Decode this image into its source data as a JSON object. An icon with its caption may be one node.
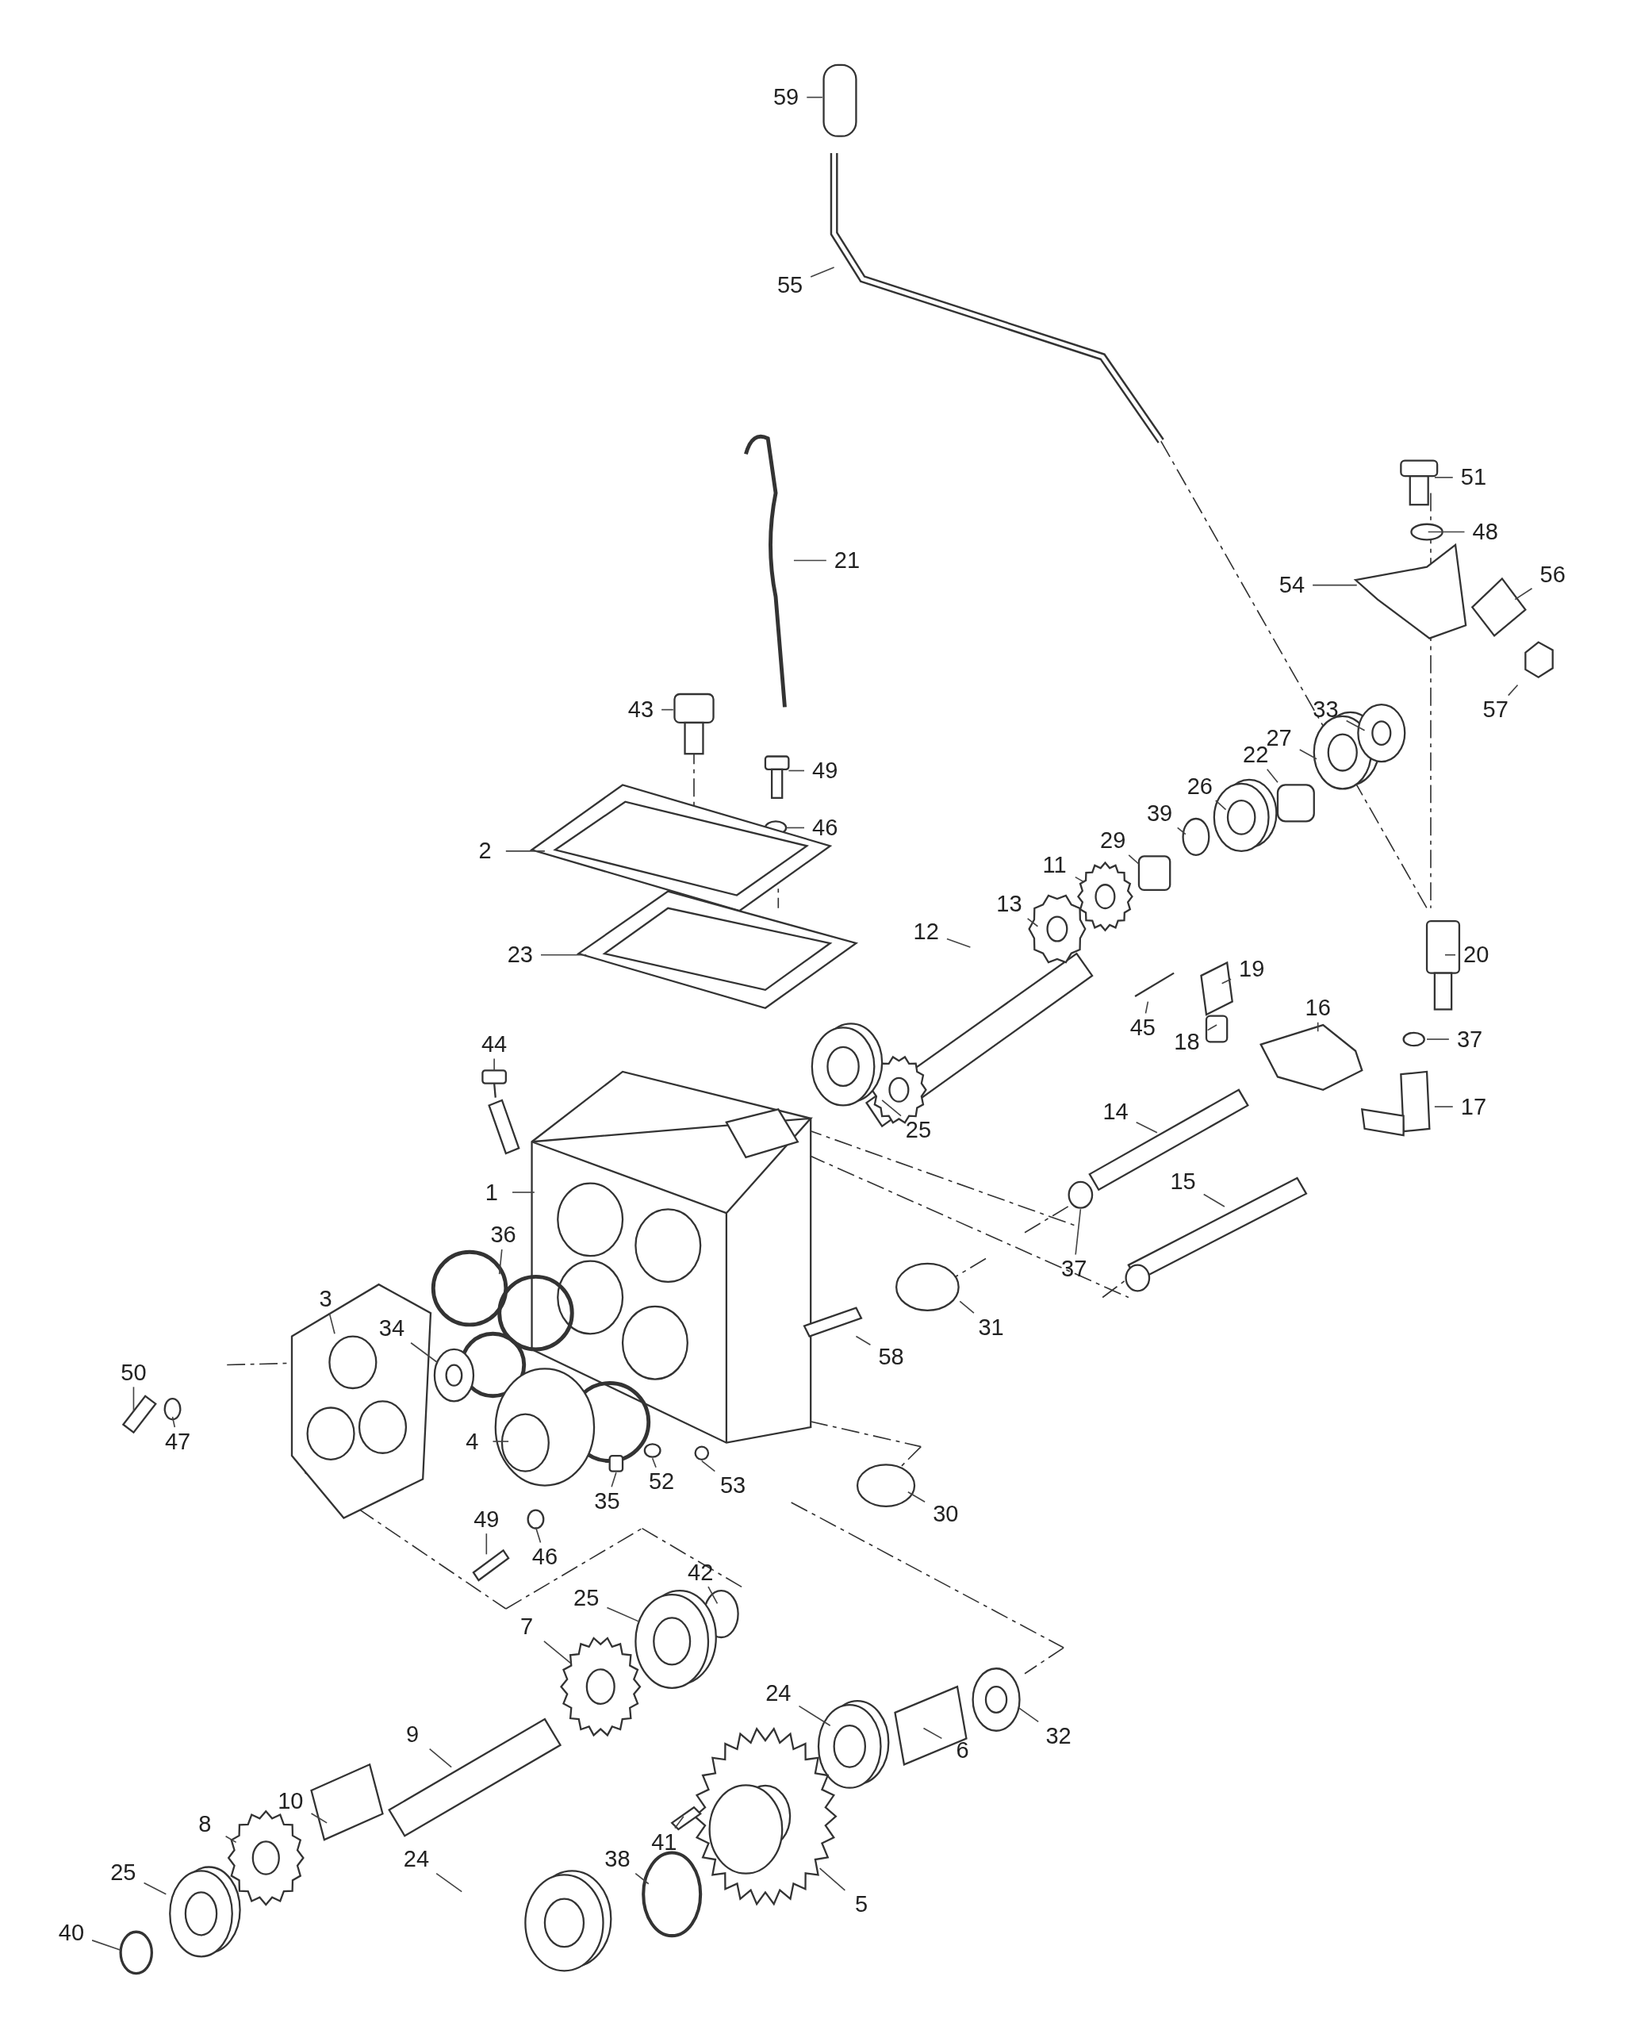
{
  "diagram": {
    "nodes": [
      {
        "text": [
          "59"
        ]
      },
      {
        "text": [
          "55"
        ]
      },
      {
        "text": [
          "51"
        ]
      },
      {
        "text": [
          "48"
        ]
      },
      {
        "text": [
          "21"
        ]
      },
      {
        "text": [
          "56"
        ]
      },
      {
        "text": [
          "54"
        ]
      },
      {
        "text": [
          "57"
        ]
      },
      {
        "text": [
          "43"
        ]
      },
      {
        "text": [
          "33"
        ]
      },
      {
        "text": [
          "27"
        ]
      },
      {
        "text": [
          "49"
        ]
      },
      {
        "text": [
          "22"
        ]
      },
      {
        "text": [
          "26"
        ]
      },
      {
        "text": [
          "46"
        ]
      },
      {
        "text": [
          "39"
        ]
      },
      {
        "text": [
          "29"
        ]
      },
      {
        "text": [
          "2"
        ]
      },
      {
        "text": [
          "11"
        ]
      },
      {
        "text": [
          "13"
        ]
      },
      {
        "text": [
          "12"
        ]
      },
      {
        "text": [
          "23"
        ]
      },
      {
        "text": [
          "20"
        ]
      },
      {
        "text": [
          "19"
        ]
      },
      {
        "text": [
          "16"
        ]
      },
      {
        "text": [
          "45"
        ]
      },
      {
        "text": [
          "37"
        ]
      },
      {
        "text": [
          "18"
        ]
      },
      {
        "text": [
          "44"
        ]
      },
      {
        "text": [
          "17"
        ]
      },
      {
        "text": [
          "14"
        ]
      },
      {
        "text": [
          "25"
        ]
      },
      {
        "text": [
          "15"
        ]
      },
      {
        "text": [
          "1"
        ]
      },
      {
        "text": [
          "36"
        ]
      },
      {
        "text": [
          "37"
        ]
      },
      {
        "text": [
          "3"
        ]
      },
      {
        "text": [
          "31"
        ]
      },
      {
        "text": [
          "34"
        ]
      },
      {
        "text": [
          "58"
        ]
      },
      {
        "text": [
          "50"
        ]
      },
      {
        "text": [
          "47"
        ]
      },
      {
        "text": [
          "4"
        ]
      },
      {
        "text": [
          "52"
        ]
      },
      {
        "text": [
          "53"
        ]
      },
      {
        "text": [
          "35"
        ]
      },
      {
        "text": [
          "30"
        ]
      },
      {
        "text": [
          "49"
        ]
      },
      {
        "text": [
          "46"
        ]
      },
      {
        "text": [
          "42"
        ]
      },
      {
        "text": [
          "25"
        ]
      },
      {
        "text": [
          "7"
        ]
      },
      {
        "text": [
          "24"
        ]
      },
      {
        "text": [
          "9"
        ]
      },
      {
        "text": [
          "32"
        ]
      },
      {
        "text": [
          "6"
        ]
      },
      {
        "text": [
          "10"
        ]
      },
      {
        "text": [
          "8"
        ]
      },
      {
        "text": [
          "41"
        ]
      },
      {
        "text": [
          "38"
        ]
      },
      {
        "text": [
          "24"
        ]
      },
      {
        "text": [
          "25"
        ]
      },
      {
        "text": [
          "5"
        ]
      },
      {
        "text": [
          "40"
        ]
      }
    ],
    "edges": [
      {
        "from": 0,
        "to": null,
        "arrow": "none"
      },
      {
        "from": 1,
        "to": null,
        "arrow": "none"
      },
      {
        "from": 2,
        "to": null,
        "arrow": "none"
      },
      {
        "from": 3,
        "to": null,
        "arrow": "none"
      },
      {
        "from": 4,
        "to": null,
        "arrow": "none"
      },
      {
        "from": 5,
        "to": null,
        "arrow": "none"
      },
      {
        "from": 6,
        "to": null,
        "arrow": "none"
      },
      {
        "from": 7,
        "to": null,
        "arrow": "none"
      },
      {
        "from": 8,
        "to": null,
        "arrow": "none"
      },
      {
        "from": 9,
        "to": null,
        "arrow": "none"
      },
      {
        "from": 10,
        "to": null,
        "arrow": "none"
      },
      {
        "from": 11,
        "to": null,
        "arrow": "none"
      },
      {
        "from": 12,
        "to": null,
        "arrow": "none"
      },
      {
        "from": 13,
        "to": null,
        "arrow": "none"
      },
      {
        "from": 14,
        "to": null,
        "arrow": "none"
      },
      {
        "from": 15,
        "to": null,
        "arrow": "none"
      },
      {
        "from": 16,
        "to": null,
        "arrow": "none"
      },
      {
        "from": 17,
        "to": null,
        "arrow": "none"
      },
      {
        "from": 18,
        "to": null,
        "arrow": "none"
      },
      {
        "from": 19,
        "to": null,
        "arrow": "none"
      },
      {
        "from": 20,
        "to": null,
        "arrow": "none"
      },
      {
        "from": 21,
        "to": null,
        "arrow": "none"
      },
      {
        "from": 22,
        "to": null,
        "arrow": "none"
      },
      {
        "from": 23,
        "to": null,
        "arrow": "none"
      },
      {
        "from": 24,
        "to": null,
        "arrow": "none"
      },
      {
        "from": 25,
        "to": null,
        "arrow": "none"
      },
      {
        "from": 26,
        "to": null,
        "arrow": "none"
      },
      {
        "from": 27,
        "to": null,
        "arrow": "none"
      },
      {
        "from": 28,
        "to": null,
        "arrow": "none"
      },
      {
        "from": 29,
        "to": null,
        "arrow": "none"
      },
      {
        "from": 30,
        "to": null,
        "arrow": "none"
      },
      {
        "from": 31,
        "to": null,
        "arrow": "none"
      },
      {
        "from": 32,
        "to": null,
        "arrow": "none"
      },
      {
        "from": 33,
        "to": null,
        "arrow": "none"
      },
      {
        "from": 34,
        "to": null,
        "arrow": "none"
      },
      {
        "from": 35,
        "to": null,
        "arrow": "none"
      },
      {
        "from": 36,
        "to": null,
        "arrow": "none"
      },
      {
        "from": 37,
        "to": null,
        "arrow": "none"
      },
      {
        "from": 38,
        "to": null,
        "arrow": "none"
      },
      {
        "from": 39,
        "to": null,
        "arrow": "none"
      },
      {
        "from": 40,
        "to": null,
        "arrow": "none"
      },
      {
        "from": 41,
        "to": null,
        "arrow": "none"
      },
      {
        "from": 42,
        "to": null,
        "arrow": "none"
      },
      {
        "from": 43,
        "to": null,
        "arrow": "none"
      },
      {
        "from": 44,
        "to": null,
        "arrow": "none"
      },
      {
        "from": 45,
        "to": null,
        "arrow": "none"
      },
      {
        "from": 46,
        "to": null,
        "arrow": "none"
      },
      {
        "from": 47,
        "to": null,
        "arrow": "none"
      },
      {
        "from": 48,
        "to": null,
        "arrow": "none"
      },
      {
        "from": 49,
        "to": null,
        "arrow": "none"
      },
      {
        "from": 50,
        "to": null,
        "arrow": "none"
      },
      {
        "from": 51,
        "to": null,
        "arrow": "none"
      },
      {
        "from": 52,
        "to": null,
        "arrow": "none"
      },
      {
        "from": 53,
        "to": null,
        "arrow": "none"
      },
      {
        "from": 54,
        "to": null,
        "arrow": "none"
      },
      {
        "from": 55,
        "to": null,
        "arrow": "none"
      },
      {
        "from": 56,
        "to": null,
        "arrow": "none"
      },
      {
        "from": 57,
        "to": null,
        "arrow": "none"
      },
      {
        "from": 58,
        "to": null,
        "arrow": "none"
      },
      {
        "from": 59,
        "to": null,
        "arrow": "none"
      },
      {
        "from": 60,
        "to": null,
        "arrow": "none"
      },
      {
        "from": 61,
        "to": null,
        "arrow": "none"
      },
      {
        "from": 62,
        "to": null,
        "arrow": "none"
      },
      {
        "from": 63,
        "to": null,
        "arrow": "none"
      }
    ]
  }
}
